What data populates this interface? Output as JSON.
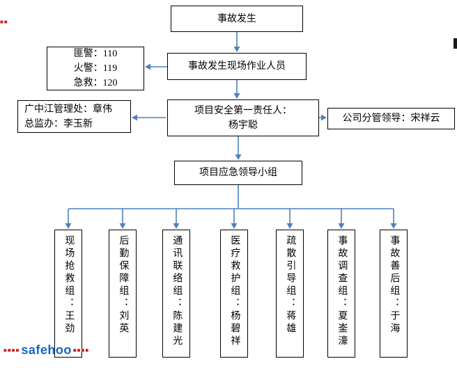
{
  "flow": {
    "accident": "事故发生",
    "workers": "事故发生现场作业人员",
    "emergency_numbers": {
      "lines": [
        "匪警：110",
        "火警：119",
        "急救：120"
      ]
    },
    "responsible": {
      "lines": [
        "项目安全第一责任人：",
        "杨宇聪"
      ]
    },
    "management": {
      "lines": [
        "广中江管理处：章伟",
        "总监办：李玉新"
      ]
    },
    "company_leader": "公司分管领导：宋祥云",
    "leading_group": "项目应急领导小组",
    "teams": [
      {
        "label": "现场抢救组：王劲"
      },
      {
        "label": "后勤保障组：刘英"
      },
      {
        "label": "通讯联络组：陈建光"
      },
      {
        "label": "医疗救护组：杨碧祥"
      },
      {
        "label": "疏散引导组：蒋雄"
      },
      {
        "label": "事故调查组：夏崟濠"
      },
      {
        "label": "事故善后组：于海"
      }
    ]
  },
  "watermark": {
    "prefix": "■■■■",
    "brand": "safehoo",
    "suffix": "■■■■"
  },
  "marks": {
    "top_left": "■■"
  },
  "colors": {
    "arrow": "#4f81bd",
    "border": "#000000",
    "watermark_brand": "#1565c0",
    "watermark_accent": "#d11a1a"
  }
}
